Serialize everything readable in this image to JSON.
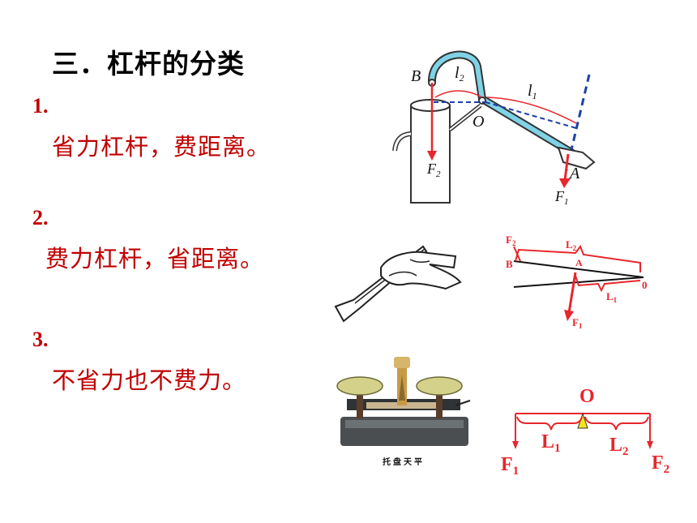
{
  "slide": {
    "title": "三．杠杆的分类",
    "items": [
      {
        "number": "1.",
        "text": "省力杠杆，费距离。"
      },
      {
        "number": "2.",
        "text": "费力杠杆，省距离。"
      },
      {
        "number": "3.",
        "text": "不省力也不费力。"
      }
    ]
  },
  "figures": {
    "pump": {
      "B": "B",
      "O": "O",
      "A": "A",
      "l2": "l",
      "l2_sub": "2",
      "l1": "l",
      "l1_sub": "1",
      "F2": "F",
      "F2_sub": "2",
      "F1": "F",
      "F1_sub": "1"
    },
    "tweezer_diagram": {
      "F2": "F",
      "F2_sub": "2",
      "L2": "L",
      "L2_sub": "2",
      "B": "B",
      "A": "A",
      "O": "0",
      "L1": "L",
      "L1_sub": "1",
      "F1": "F",
      "F1_sub": "1"
    },
    "balance": {
      "caption": "托盘天平"
    },
    "balance_diagram": {
      "O": "O",
      "L1": "L",
      "L1_sub": "1",
      "L2": "L",
      "L2_sub": "2",
      "F1": "F",
      "F1_sub": "1",
      "F2": "F",
      "F2_sub": "2"
    }
  },
  "colors": {
    "text_red": "#c00000",
    "diagram_red": "#e8262b",
    "pipe_cyan": "#7fd3e6",
    "dashed_blue": "#1f3fa8"
  }
}
